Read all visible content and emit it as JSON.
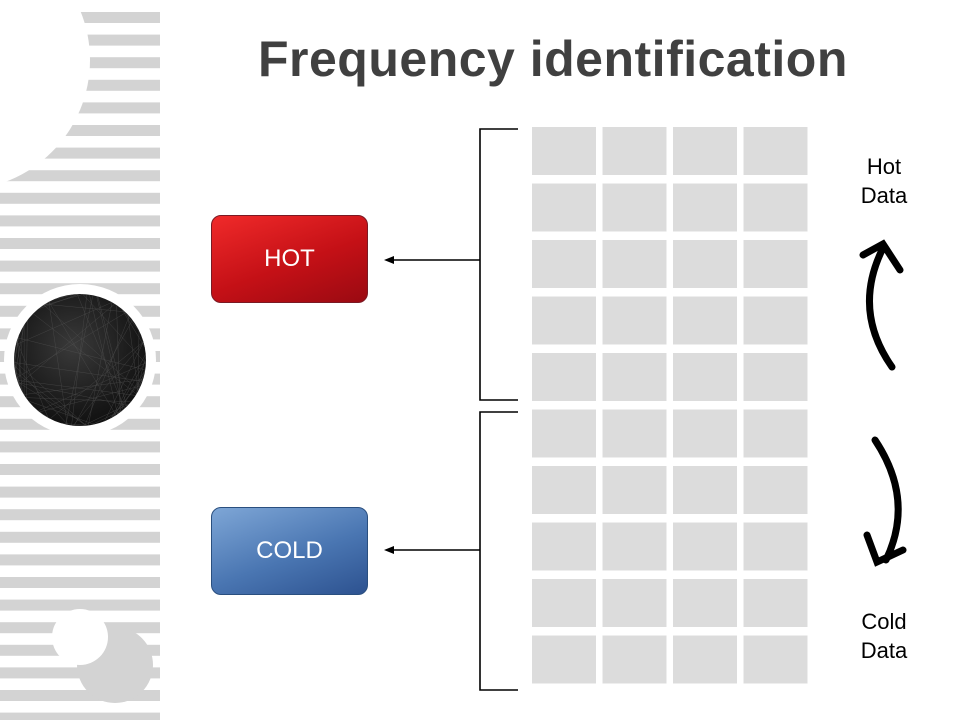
{
  "title": "Frequency identification",
  "hot_box": {
    "label": "HOT",
    "color": "#d0161c"
  },
  "cold_box": {
    "label": "COLD",
    "color": "#4a76b2"
  },
  "hot_data_label": {
    "line1": "Hot",
    "line2": "Data"
  },
  "cold_data_label": {
    "line1": "Cold",
    "line2": "Data"
  },
  "grid": {
    "columns": 4,
    "rows": 10,
    "hot_rows": 5,
    "cold_rows": 5,
    "cell_color": "#dcdcdc"
  },
  "decorations": {
    "stripe_color": "#d3d3d3",
    "sphere_color": "#1c1c1c",
    "icons": [
      "arrow-up-curved-icon",
      "arrow-down-curved-icon",
      "arrow-left-icon"
    ]
  }
}
